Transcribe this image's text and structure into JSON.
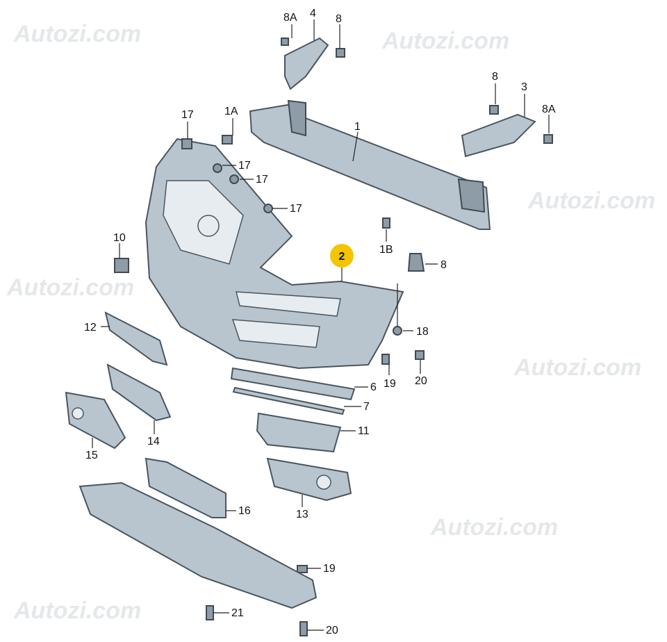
{
  "watermark": "Autozi.com",
  "highlight_color": "#f5c400",
  "labels": {
    "p8A_top": "8A",
    "p4": "4",
    "p8_top": "8",
    "p8_right": "8",
    "p3": "3",
    "p8A_right": "8A",
    "p17_a": "17",
    "p1A": "1A",
    "p1": "1",
    "p17_b": "17",
    "p17_c": "17",
    "p17_d": "17",
    "p10": "10",
    "p1B": "1B",
    "p2": "2",
    "p8_mid": "8",
    "p12": "12",
    "p18": "18",
    "p19_a": "19",
    "p20_a": "20",
    "p6": "6",
    "p7": "7",
    "p11": "11",
    "p14": "14",
    "p15": "15",
    "p13": "13",
    "p16": "16",
    "p19_b": "19",
    "p21": "21",
    "p20_b": "20"
  }
}
